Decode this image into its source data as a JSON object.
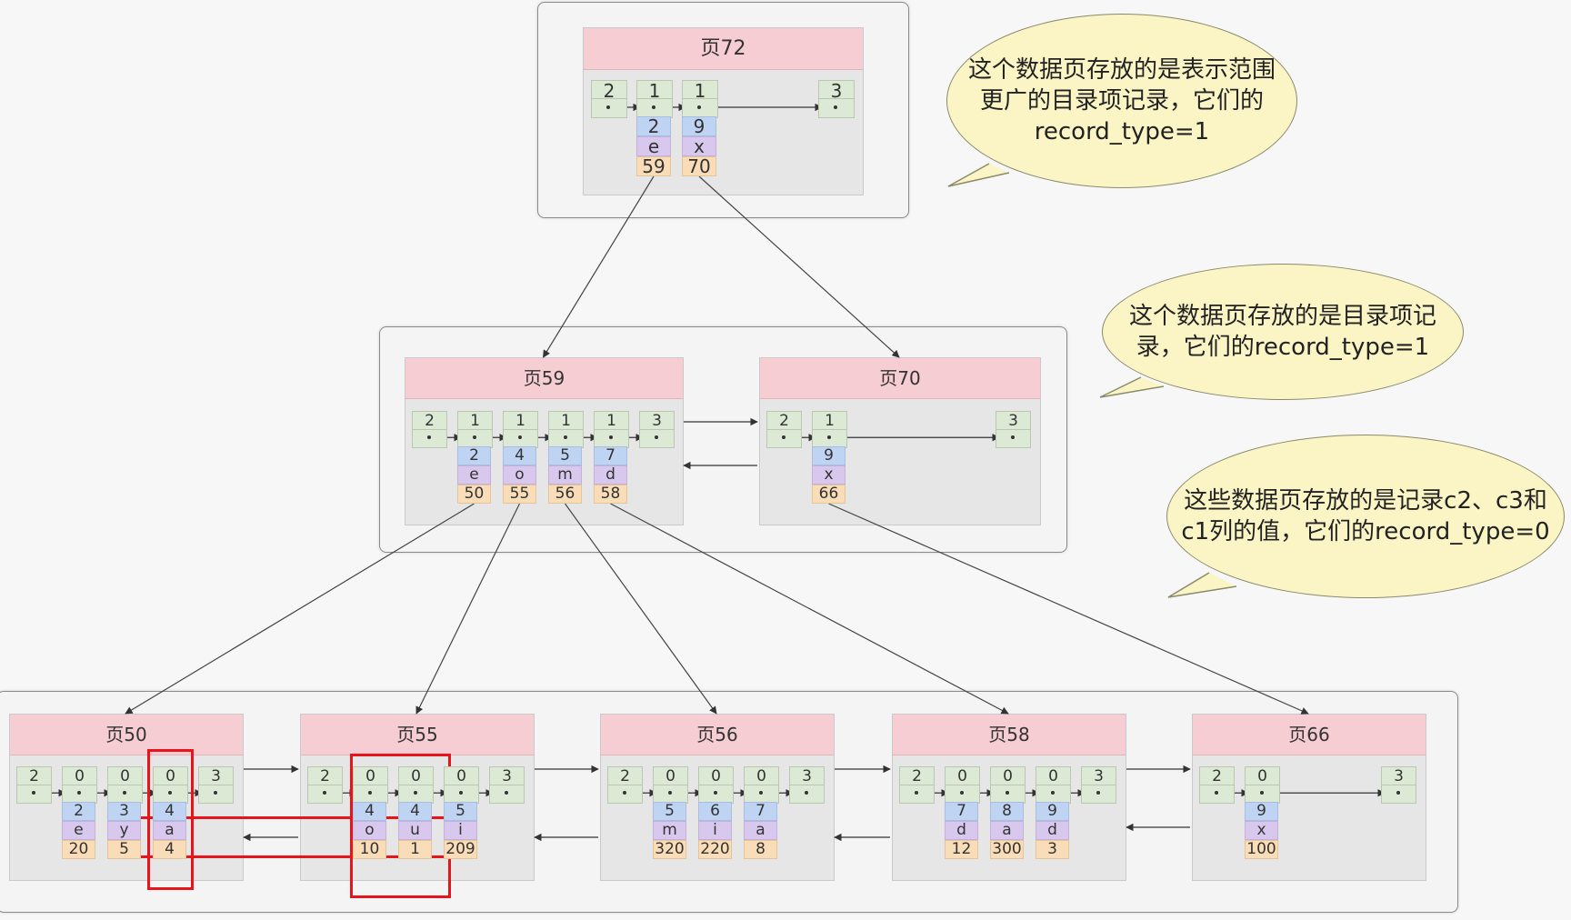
{
  "pages": [
    {
      "id": "p72",
      "title": "页72",
      "level": "root",
      "top": [
        "2",
        "1",
        "1",
        "3"
      ],
      "records": [
        {
          "col": 1,
          "c2": "2",
          "c3": "e",
          "ref": "59"
        },
        {
          "col": 2,
          "c2": "9",
          "c3": "x",
          "ref": "70"
        }
      ]
    },
    {
      "id": "p59",
      "title": "页59",
      "level": "mid",
      "top": [
        "2",
        "1",
        "1",
        "1",
        "1",
        "3"
      ],
      "records": [
        {
          "col": 1,
          "c2": "2",
          "c3": "e",
          "ref": "50"
        },
        {
          "col": 2,
          "c2": "4",
          "c3": "o",
          "ref": "55"
        },
        {
          "col": 3,
          "c2": "5",
          "c3": "m",
          "ref": "56"
        },
        {
          "col": 4,
          "c2": "7",
          "c3": "d",
          "ref": "58"
        }
      ]
    },
    {
      "id": "p70",
      "title": "页70",
      "level": "mid",
      "top": [
        "2",
        "1",
        "3"
      ],
      "records": [
        {
          "col": 1,
          "c2": "9",
          "c3": "x",
          "ref": "66"
        }
      ]
    },
    {
      "id": "p50",
      "title": "页50",
      "level": "leaf",
      "top": [
        "2",
        "0",
        "0",
        "0",
        "3"
      ],
      "records": [
        {
          "col": 1,
          "c2": "2",
          "c3": "e",
          "ref": "20"
        },
        {
          "col": 2,
          "c2": "3",
          "c3": "y",
          "ref": "5"
        },
        {
          "col": 3,
          "c2": "4",
          "c3": "a",
          "ref": "4"
        }
      ]
    },
    {
      "id": "p55",
      "title": "页55",
      "level": "leaf",
      "top": [
        "2",
        "0",
        "0",
        "0",
        "3"
      ],
      "records": [
        {
          "col": 1,
          "c2": "4",
          "c3": "o",
          "ref": "10"
        },
        {
          "col": 2,
          "c2": "4",
          "c3": "u",
          "ref": "1"
        },
        {
          "col": 3,
          "c2": "5",
          "c3": "i",
          "ref": "209"
        }
      ]
    },
    {
      "id": "p56",
      "title": "页56",
      "level": "leaf",
      "top": [
        "2",
        "0",
        "0",
        "0",
        "3"
      ],
      "records": [
        {
          "col": 1,
          "c2": "5",
          "c3": "m",
          "ref": "320"
        },
        {
          "col": 2,
          "c2": "6",
          "c3": "i",
          "ref": "220"
        },
        {
          "col": 3,
          "c2": "7",
          "c3": "a",
          "ref": "8"
        }
      ]
    },
    {
      "id": "p58",
      "title": "页58",
      "level": "leaf",
      "top": [
        "2",
        "0",
        "0",
        "0",
        "3"
      ],
      "records": [
        {
          "col": 1,
          "c2": "7",
          "c3": "d",
          "ref": "12"
        },
        {
          "col": 2,
          "c2": "8",
          "c3": "a",
          "ref": "300"
        },
        {
          "col": 3,
          "c2": "9",
          "c3": "d",
          "ref": "3"
        }
      ]
    },
    {
      "id": "p66",
      "title": "页66",
      "level": "leaf",
      "top": [
        "2",
        "0",
        "3"
      ],
      "records": [
        {
          "col": 1,
          "c2": "9",
          "c3": "x",
          "ref": "100"
        }
      ]
    }
  ],
  "bubbles": {
    "root": [
      "这个数据页存放的是表示范围",
      "更广的目录项记录，它们的",
      "record_type=1"
    ],
    "mid": [
      "这个数据页存放的是目录项记",
      "录，它们的record_type=1"
    ],
    "leaf": [
      "这些数据页存放的是记录c2、c3和",
      "c1列的值，它们的record_type=0"
    ]
  },
  "colors": {
    "header": "#f6cdd2",
    "record_top": "#dcead5",
    "c2": "#bfd3f2",
    "c3": "#d8c8ee",
    "ref": "#f9dcb8",
    "bubble": "#fbf5c6",
    "highlight": "#e8141c"
  }
}
